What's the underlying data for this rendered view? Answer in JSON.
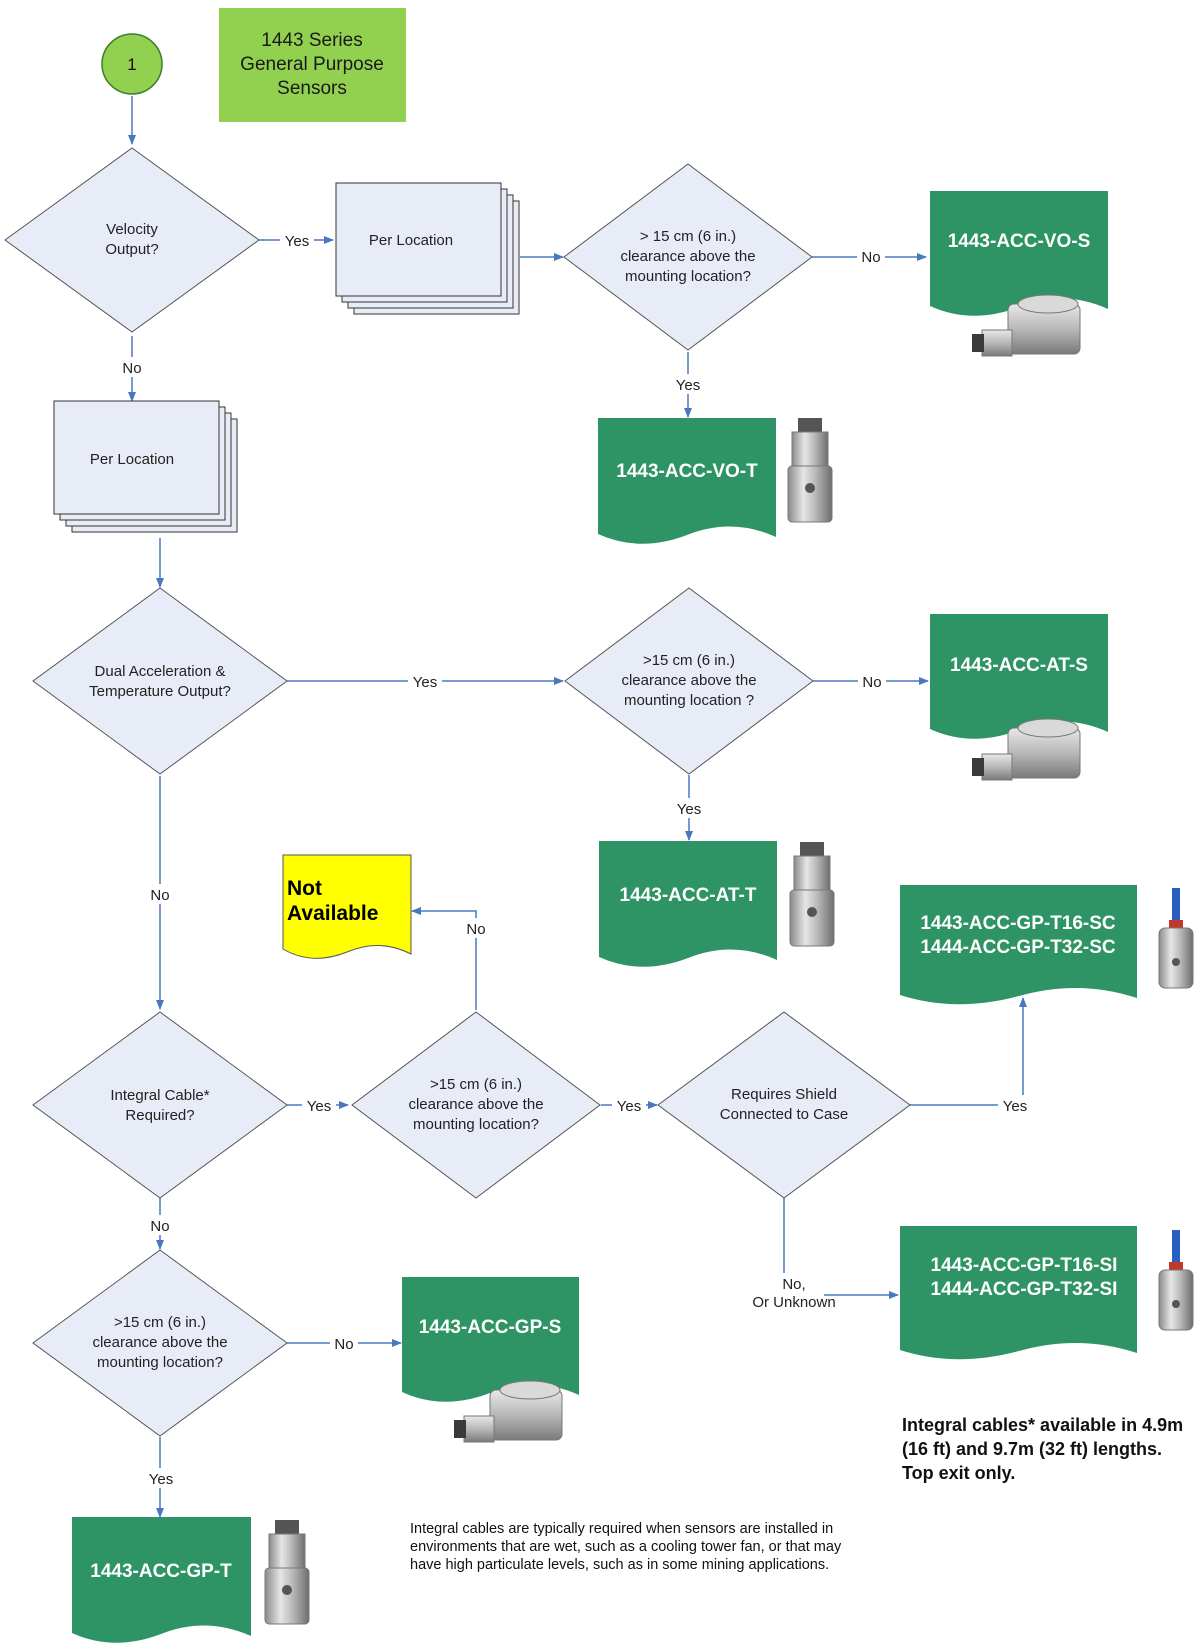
{
  "start": "1",
  "title_lines": [
    "1443 Series",
    "General Purpose",
    "Sensors"
  ],
  "decisions": {
    "velocity": [
      "Velocity",
      "Output?"
    ],
    "vo_clearance": [
      "> 15 cm (6 in.)",
      "clearance above the",
      "mounting location?"
    ],
    "dual": [
      "Dual Acceleration &",
      "Temperature Output?"
    ],
    "at_clearance": [
      ">15 cm (6 in.)",
      "clearance above the",
      "mounting location ?"
    ],
    "integral": [
      "Integral Cable*",
      "Required?"
    ],
    "int_clearance": [
      ">15 cm (6 in.)",
      "clearance above the",
      "mounting location?"
    ],
    "shield": [
      "Requires Shield",
      "Connected to Case"
    ],
    "gp_clearance": [
      ">15 cm (6 in.)",
      "clearance above the",
      "mounting location?"
    ]
  },
  "per_location": "Per Location",
  "products": {
    "vo_s": [
      "1443-ACC-VO-S"
    ],
    "vo_t": [
      "1443-ACC-VO-T"
    ],
    "at_s": [
      "1443-ACC-AT-S"
    ],
    "at_t": [
      "1443-ACC-AT-T"
    ],
    "sc": [
      "1443-ACC-GP-T16-SC",
      "1444-ACC-GP-T32-SC"
    ],
    "si": [
      "1443-ACC-GP-T16-SI",
      "1444-ACC-GP-T32-SI"
    ],
    "gp_s": [
      "1443-ACC-GP-S"
    ],
    "gp_t": [
      "1443-ACC-GP-T"
    ]
  },
  "not_available": [
    "Not",
    "Available"
  ],
  "edge_labels": {
    "yes": "Yes",
    "no": "No",
    "no_or_unknown": [
      "No,",
      "Or Unknown"
    ]
  },
  "note_bold": "Integral cables* available in 4.9m (16 ft) and 9.7m (32 ft) lengths. Top exit only.",
  "note": "Integral cables are typically required when sensors are installed in environments that are wet, such as a cooling tower fan, or that may have high particulate levels, such as in some mining applications.",
  "colors": {
    "decision_fill": "#e8ecf6",
    "product_fill": "#2e9465",
    "title_fill": "#92d050",
    "start_fill": "#92d050",
    "not_available_fill": "#ffff00",
    "connector": "#4a78c0"
  }
}
